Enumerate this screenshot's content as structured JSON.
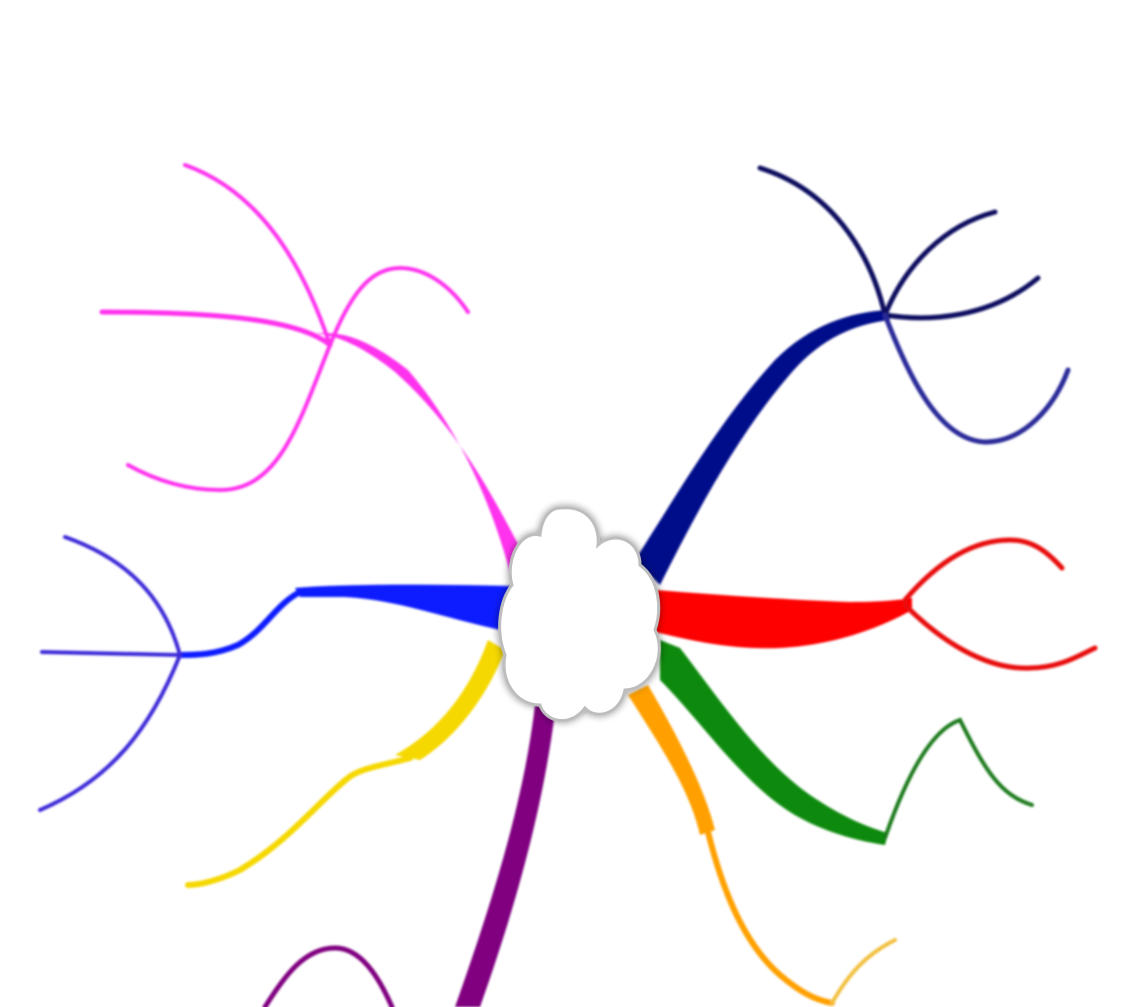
{
  "diagram": {
    "type": "mind-map",
    "central_node": {
      "shape": "cloud",
      "fill": "#ffffff",
      "outline": "#b8b8b8"
    },
    "branches": [
      {
        "id": "magenta",
        "color": "#ff33ee",
        "direction": "upper-left"
      },
      {
        "id": "blue",
        "color": "#0a1bff",
        "direction": "left"
      },
      {
        "id": "yellow",
        "color": "#f5d800",
        "direction": "lower-left"
      },
      {
        "id": "purple",
        "color": "#800080",
        "direction": "down"
      },
      {
        "id": "navy",
        "color": "#050a8a",
        "direction": "upper-right"
      },
      {
        "id": "red",
        "color": "#ff0000",
        "direction": "right"
      },
      {
        "id": "green",
        "color": "#0a8a0a",
        "direction": "lower-right"
      },
      {
        "id": "orange",
        "color": "#ffa000",
        "direction": "lower-right"
      }
    ]
  }
}
